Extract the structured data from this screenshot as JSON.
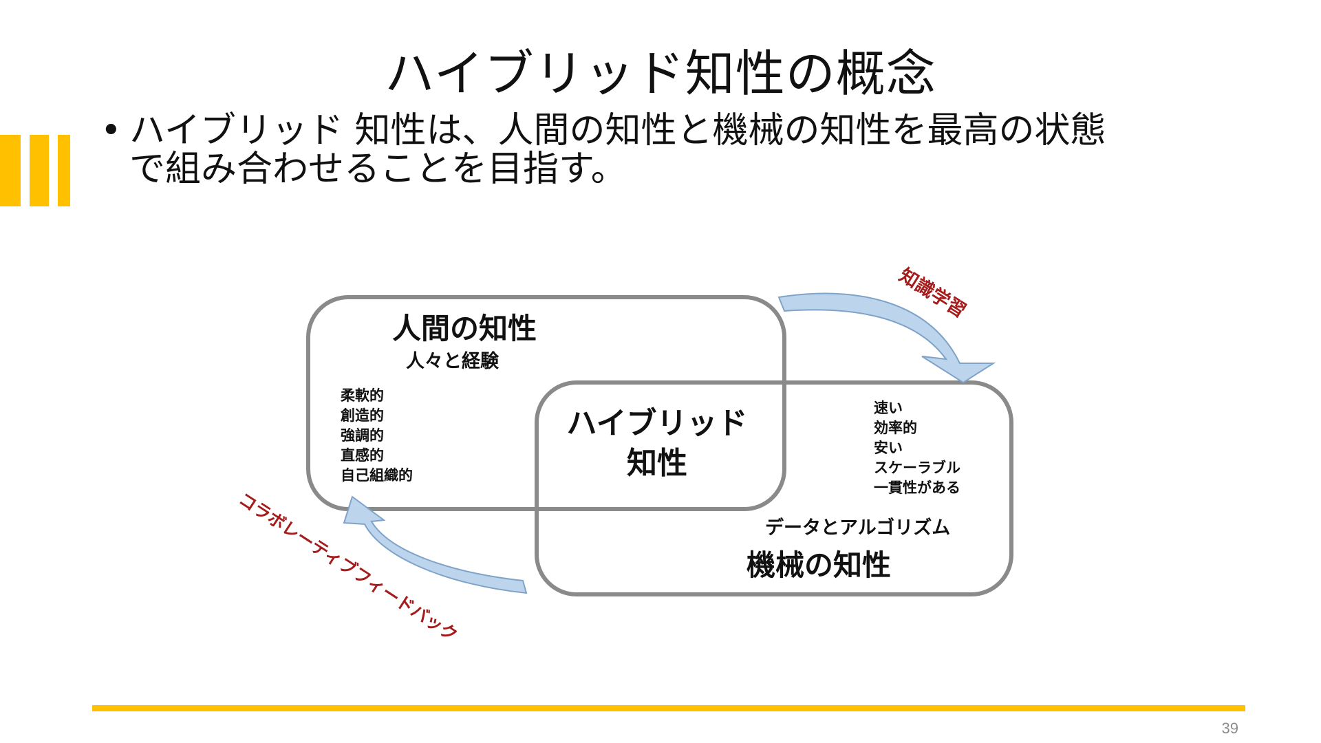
{
  "slide": {
    "title": "ハイブリッド知性の概念",
    "bullet_marker": "•",
    "bullet_line1": "ハイブリッド 知性は、人間の知性と機械の知性を最高の状態",
    "bullet_line2": "で組み合わせることを目指す。",
    "page_number": "39",
    "accent_color": "#FFC000"
  },
  "diagram": {
    "human_box": {
      "title": "人間の知性",
      "subtitle": "人々と経験",
      "traits": [
        "柔軟的",
        "創造的",
        "強調的",
        "直感的",
        "自己組織的"
      ]
    },
    "hybrid": {
      "line1": "ハイブリッド",
      "line2": "知性"
    },
    "machine_box": {
      "title": "機械の知性",
      "subtitle": "データとアルゴリズム",
      "traits": [
        "速い",
        "効率的",
        "安い",
        "スケーラブル",
        "一貫性がある"
      ]
    },
    "arrows": {
      "top_label": "知識学習",
      "bottom_label": "コラボレーティブフィードバック",
      "label_color": "#A51C1C",
      "arrow_fill": "#BCD4EC",
      "arrow_stroke": "#7FA3C8"
    },
    "box_stroke": "#8a8a8a"
  }
}
